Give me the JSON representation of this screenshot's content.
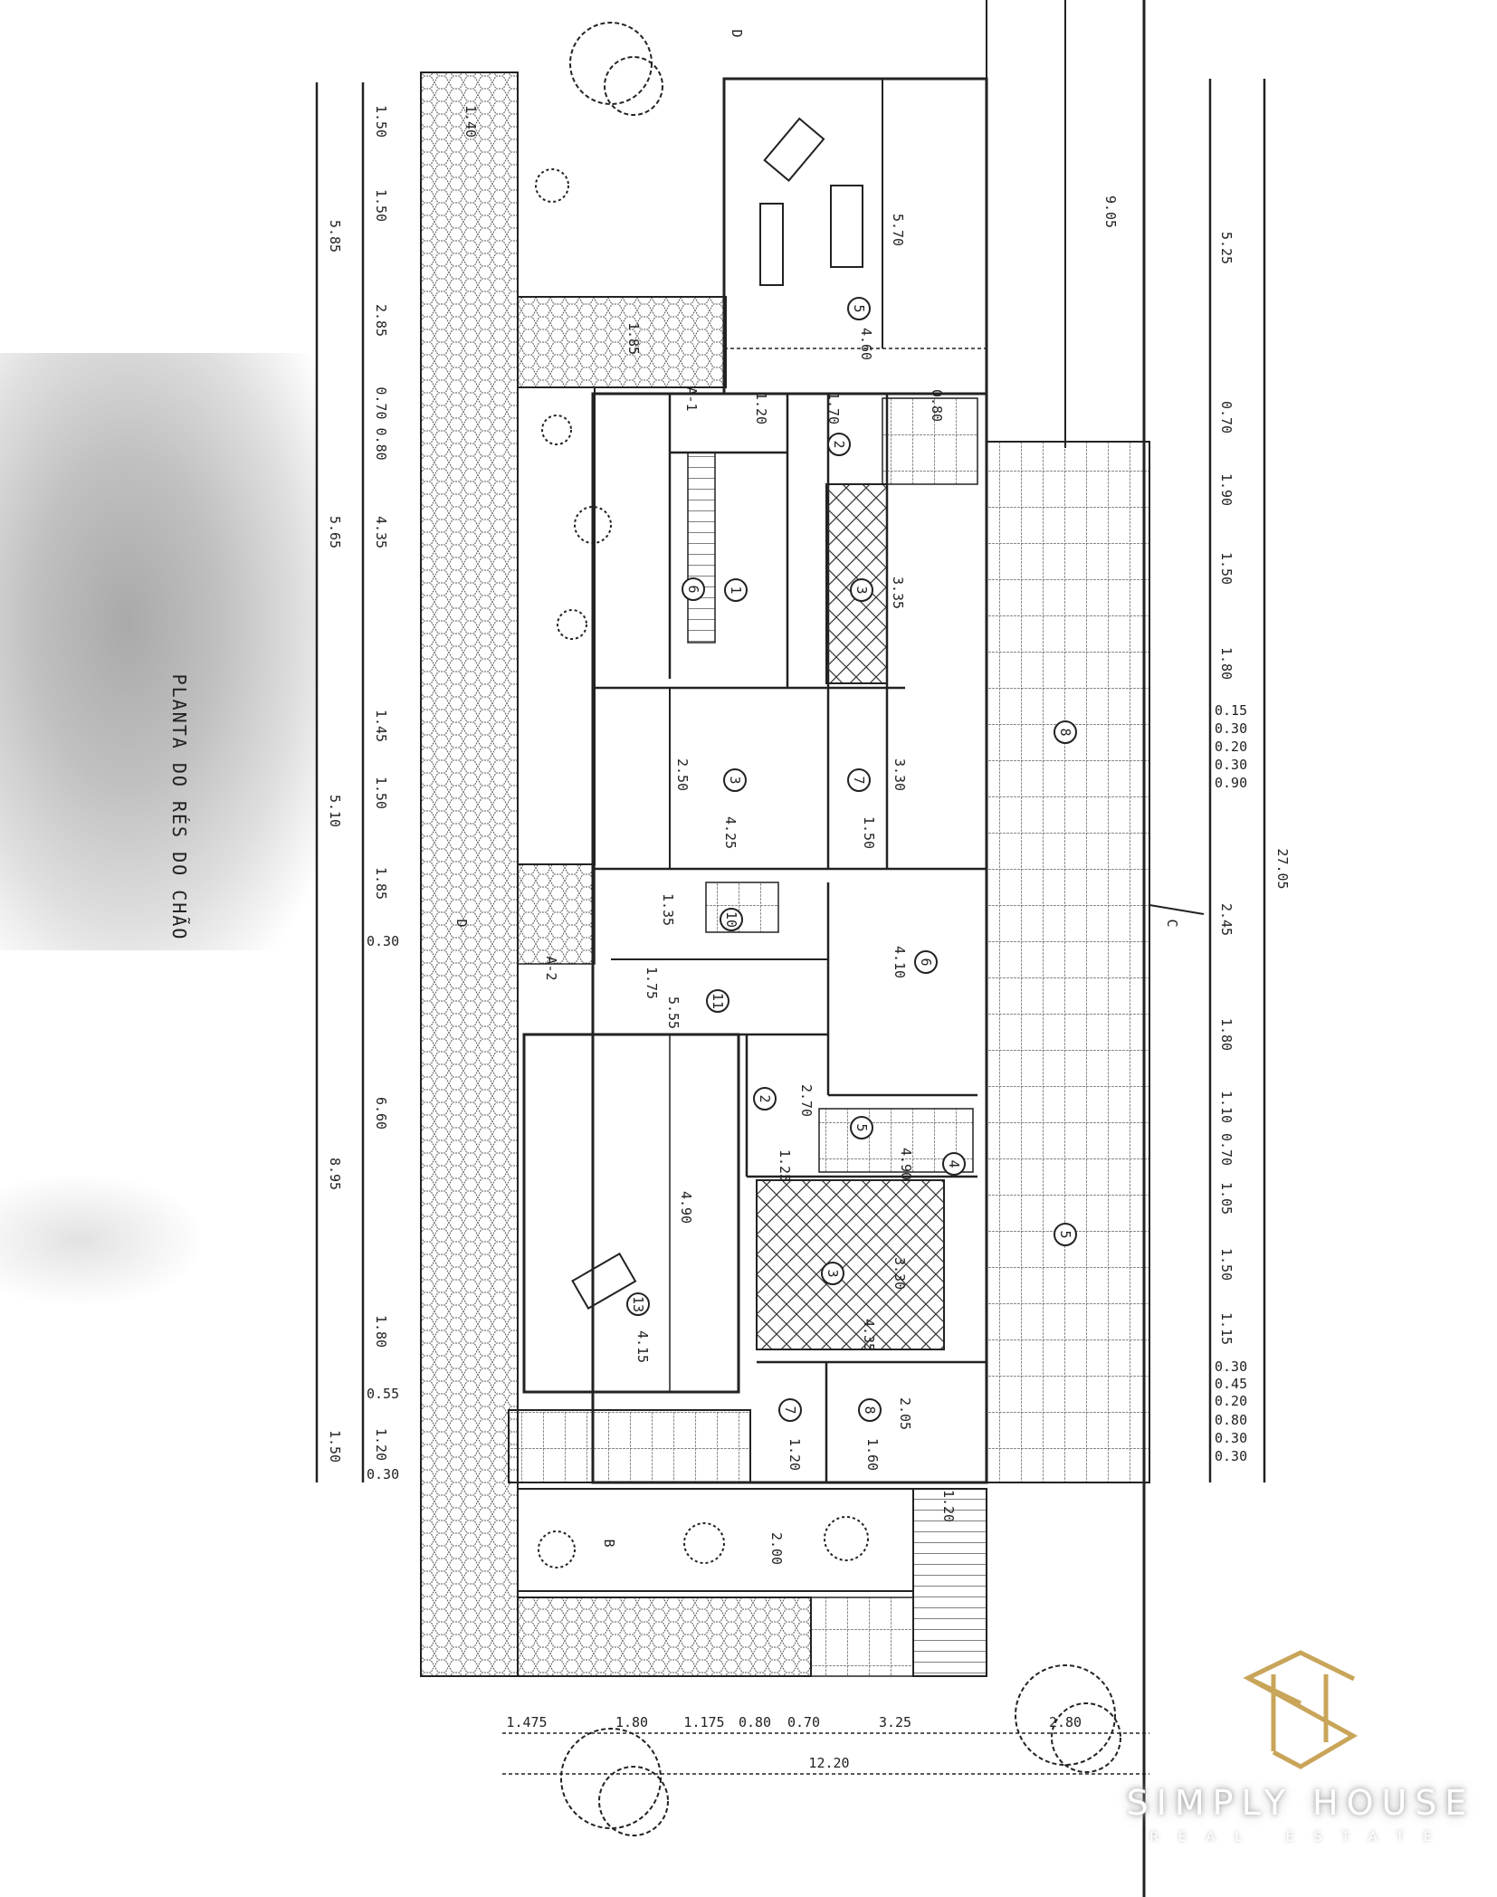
{
  "title": "PLANTA DO RÉS DO CHÃO",
  "logo": {
    "name": "SIMPLY HOUSE",
    "tagline": "REAL ESTATE",
    "accent": "#c9a55a"
  },
  "dimensions": {
    "left_outer": [
      "5.85",
      "5.65",
      "5.10",
      "8.95",
      "1.50"
    ],
    "left_inner": [
      "1.50",
      "1.50",
      "2.85",
      "0.70 0.80",
      "4.35",
      "1.45",
      "1.50",
      "1.85",
      "0.30",
      "6.60",
      "1.80",
      "0.55",
      "1.20",
      "0.30"
    ],
    "right_inner": [
      "5.25",
      "0.70",
      "1.90",
      "1.50",
      "1.80",
      "0.15",
      "0.30",
      "0.20",
      "0.30",
      "0.90",
      "2.45",
      "1.80",
      "1.10",
      "0.70",
      "1.05",
      "1.50",
      "1.15",
      "0.30",
      "0.45",
      "0.20",
      "0.80",
      "0.30",
      "0.30"
    ],
    "right_total": "27.05",
    "street": "9.05",
    "bottom": [
      "1.475",
      "1.80",
      "1.175",
      "0.80",
      "0.70",
      "3.25",
      "2.80"
    ],
    "bottom_total": "12.20"
  },
  "room_numbers": [
    "5",
    "2",
    "1",
    "6",
    "3",
    "3",
    "7",
    "8",
    "10",
    "6",
    "11",
    "2",
    "5",
    "4",
    "13",
    "3",
    "7",
    "8",
    "5"
  ],
  "room_dimensions": [
    "4.60",
    "5.70",
    "1.70",
    "0.80",
    "1.20",
    "3.35",
    "4.25",
    "2.50",
    "1.50",
    "3.30",
    "1.35",
    "4.10",
    "5.55",
    "1.75",
    "2.70",
    "1.25",
    "4.90",
    "4.15",
    "4.90",
    "3.30",
    "4.35",
    "1.20",
    "1.60",
    "2.05",
    "2.00",
    "1.20",
    "1.40",
    "1.85"
  ],
  "section_marks": [
    "A-1",
    "A-2",
    "B",
    "C",
    "D",
    "D"
  ]
}
